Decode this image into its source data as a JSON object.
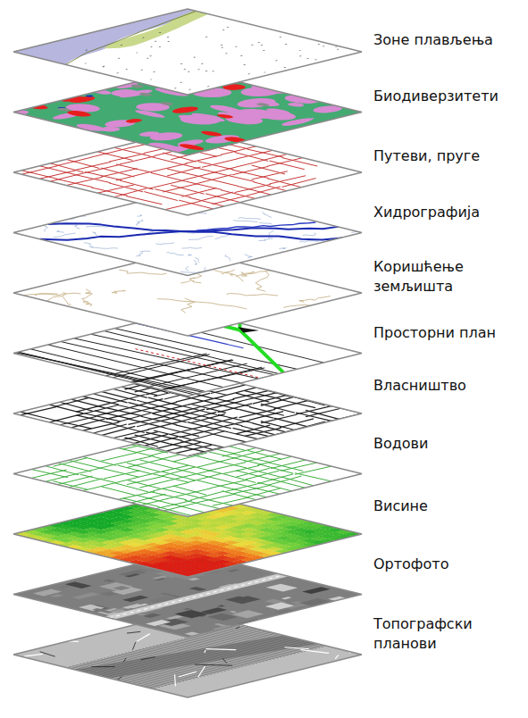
{
  "diagram": {
    "labels": [
      "Зоне плављења",
      "Биодиверзитети",
      "Путеви, пруге",
      "Хидрографија",
      "Коришћење земљишта",
      "Просторни план",
      "Власништво",
      "Водови",
      "Висине",
      "Ортофото",
      "Топографски планови"
    ]
  }
}
